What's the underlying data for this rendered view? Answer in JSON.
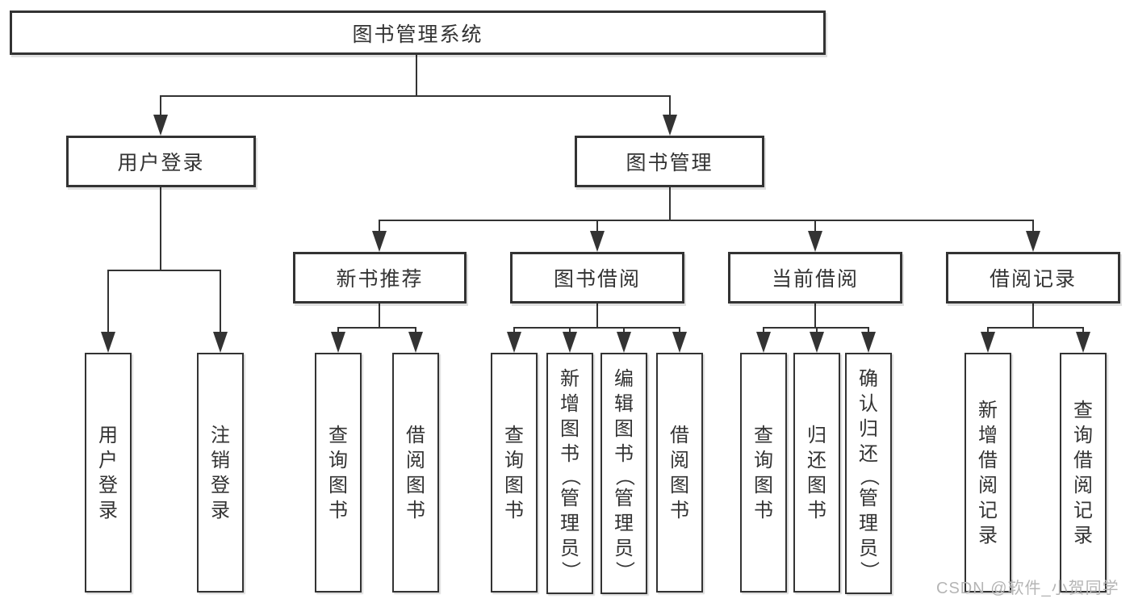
{
  "tree": {
    "label": "图书管理系统",
    "children": [
      {
        "label": "用户登录",
        "children": [
          {
            "label": "用户登录"
          },
          {
            "label": "注销登录"
          }
        ]
      },
      {
        "label": "图书管理",
        "children": [
          {
            "label": "新书推荐",
            "children": [
              {
                "label": "查询图书"
              },
              {
                "label": "借阅图书"
              }
            ]
          },
          {
            "label": "图书借阅",
            "children": [
              {
                "label": "查询图书"
              },
              {
                "label": "新增图书（管理员）"
              },
              {
                "label": "编辑图书（管理员）"
              },
              {
                "label": "借阅图书"
              }
            ]
          },
          {
            "label": "当前借阅",
            "children": [
              {
                "label": "查询图书"
              },
              {
                "label": "归还图书"
              },
              {
                "label": "确认归还（管理员）"
              }
            ]
          },
          {
            "label": "借阅记录",
            "children": [
              {
                "label": "新增借阅记录"
              },
              {
                "label": "查询借阅记录"
              }
            ]
          }
        ]
      }
    ]
  },
  "watermark": {
    "text": "CSDN @软件_小贺同学"
  },
  "colors": {
    "line": "#333333",
    "background": "#ffffff",
    "watermark": "#b5b5b5"
  }
}
